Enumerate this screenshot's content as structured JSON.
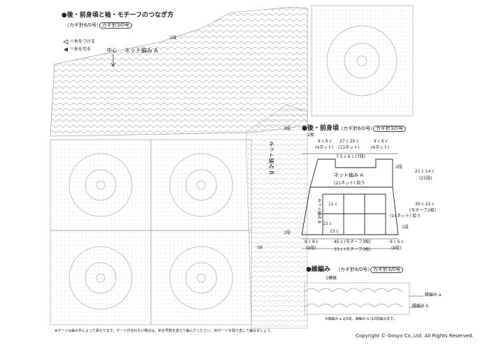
{
  "main": {
    "title": "●後・前身頃と袖・モチーフのつなぎ方",
    "hook1": "（カギ針6/0号）",
    "hook2": "カギ針3/0号",
    "legend_attach": "＝糸をつける",
    "legend_cut": "＝糸を切る",
    "center": "中心",
    "net_a": "ネット編み A",
    "row2": "2段",
    "row3": "3段",
    "row1": "1段",
    "row5": "5段",
    "net_b": "ネット編み B",
    "footnote": "★ゲージは編み手によって異なります。ゲージが合わない場合は、針の号数を変えて編んでください。30ゲージを取り直して編みましょう。",
    "copyright": "Copyright © Gosyo Co.,Ltd. All Rights Reserved."
  },
  "body_schematic": {
    "title": "●後・前身頃",
    "hook1": "（カギ針6/0号）",
    "hook2": "カギ針3/0号",
    "count": "2枚",
    "top_left": "9 c 6 c",
    "top_left_sub": "(4ネット)",
    "top_mid": "27 c 20 c",
    "top_mid_sub": "(13ネット)",
    "top_right": "9 c 6 c",
    "top_right_sub": "(4ネット)",
    "neck": "7.5 c 6 c (7段)",
    "row2": "2段",
    "net_a": "ネット編み A",
    "pickup": "(21ネット) 拾う",
    "side_top": "21 c 14 c",
    "side_top_sub": "(21段)",
    "side_mid": "30 c 22 c",
    "side_mid_sub": "(モチーフ2枚)",
    "inner_15": "15 c",
    "inner_15b": "15 c",
    "inner_11": "11 c",
    "net_b": "ネット編み B",
    "pickup_r": "(14ネット) 拾う",
    "row1": "1段",
    "bottom_left": "9 c 6 c",
    "bottom_left_sub": "(9段)",
    "bottom_mid": "45 c (モチーフ3枚)",
    "bottom_mid2": "33 c (モチーフ3枚)",
    "bottom_right": "9 c 6 c",
    "bottom_right_sub": "(9段)"
  },
  "edging": {
    "title": "●縁編み",
    "hook1": "（カギ針6/0号）",
    "hook2": "カギ針3/0号",
    "repeat": "1模様",
    "label_a": "縁編み a",
    "label_b": "縁編み b",
    "note": "※縁編み a は5段、縁編み b は2段編みます。"
  }
}
